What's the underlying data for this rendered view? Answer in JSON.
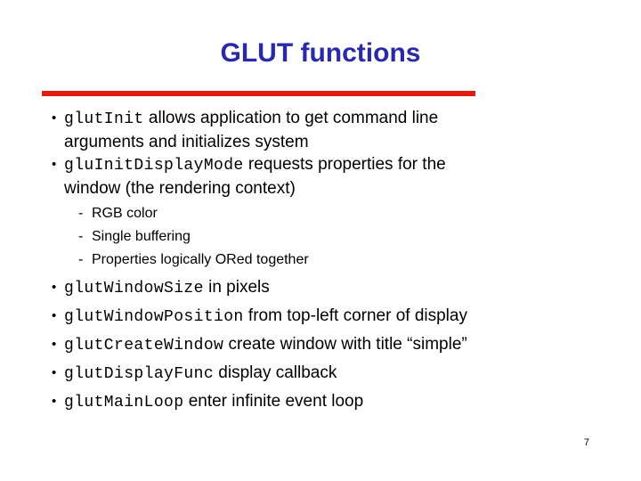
{
  "slide": {
    "title": "GLUT functions",
    "page_number": "7",
    "accent_rule_color": "#E01B10",
    "title_color": "#2A2AA8",
    "bullet_marker": "•",
    "dash_marker": "-"
  },
  "bullets": [
    {
      "code": "glutInit",
      "text": " allows application to get command line",
      "continuation": "arguments and initializes system"
    },
    {
      "code": "gluInitDisplayMode",
      "text": " requests properties for the",
      "continuation_prefix": "window (the ",
      "continuation_em": "rendering context",
      "continuation_suffix": ")"
    },
    {
      "code": "glutWindowSize",
      "text": " in pixels"
    },
    {
      "code": "glutWindowPosition",
      "text": " from top-left corner of display"
    },
    {
      "code": "glutCreateWindow",
      "text": " create window with title “simple”"
    },
    {
      "code": "glutDisplayFunc",
      "text": " display callback"
    },
    {
      "code": "glutMainLoop",
      "text": " enter infinite event loop"
    }
  ],
  "subbullets": [
    {
      "text": "RGB color"
    },
    {
      "text": "Single buffering"
    },
    {
      "text": "Properties logically ORed together"
    }
  ]
}
